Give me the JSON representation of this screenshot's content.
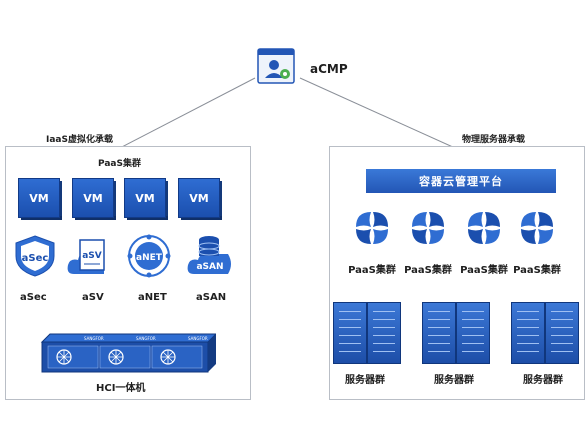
{
  "top": {
    "label": "aCMP"
  },
  "left": {
    "heading": "IaaS虚拟化承载",
    "subheading": "PaaS集群",
    "vms": [
      "VM",
      "VM",
      "VM",
      "VM"
    ],
    "products": [
      {
        "icon_text": "aSec",
        "label": "aSec",
        "icon": "shield-icon"
      },
      {
        "icon_text": "aSV",
        "label": "aSV",
        "icon": "cloud-document-icon"
      },
      {
        "icon_text": "aNET",
        "label": "aNET",
        "icon": "network-icon"
      },
      {
        "icon_text": "aSAN",
        "label": "aSAN",
        "icon": "storage-icon"
      }
    ],
    "hci_brand": [
      "SANGFOR",
      "SANGFOR",
      "SANGFOR"
    ],
    "hci_label": "HCI一体机"
  },
  "right": {
    "heading": "物理服务器承载",
    "banner": "容器云管理平台",
    "clusters": [
      "PaaS集群",
      "PaaS集群",
      "PaaS集群",
      "PaaS集群"
    ],
    "servers": [
      "服务器群",
      "服务器群",
      "服务器群"
    ]
  },
  "colors": {
    "primary_blue": "#2356b5",
    "light_blue": "#5aa0e6",
    "border": "#b9bec6"
  }
}
